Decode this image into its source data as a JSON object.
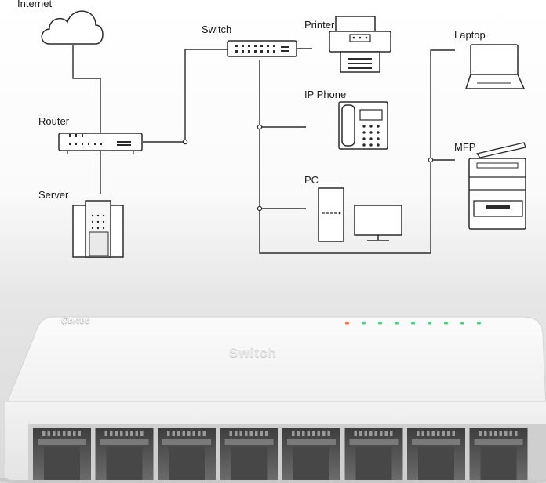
{
  "labels": {
    "internet": "Internet",
    "router": "Router",
    "server": "Server",
    "switch": "Switch",
    "printer": "Printer",
    "ip_phone": "IP Phone",
    "pc": "PC",
    "laptop": "Laptop",
    "mfp": "MFP"
  },
  "product": {
    "brand": "Qoltec",
    "title": "Switch",
    "port_count": 8,
    "led_colors": [
      "#ff6a3d",
      "#3dd67a",
      "#3dd67a",
      "#3dd67a",
      "#3dd67a",
      "#3dd67a",
      "#3dd67a",
      "#3dd67a",
      "#3dd67a"
    ]
  },
  "colors": {
    "line": "#2b2b2b",
    "device_body": "#f4f4f4",
    "port_inner": "#5a5a5a"
  }
}
